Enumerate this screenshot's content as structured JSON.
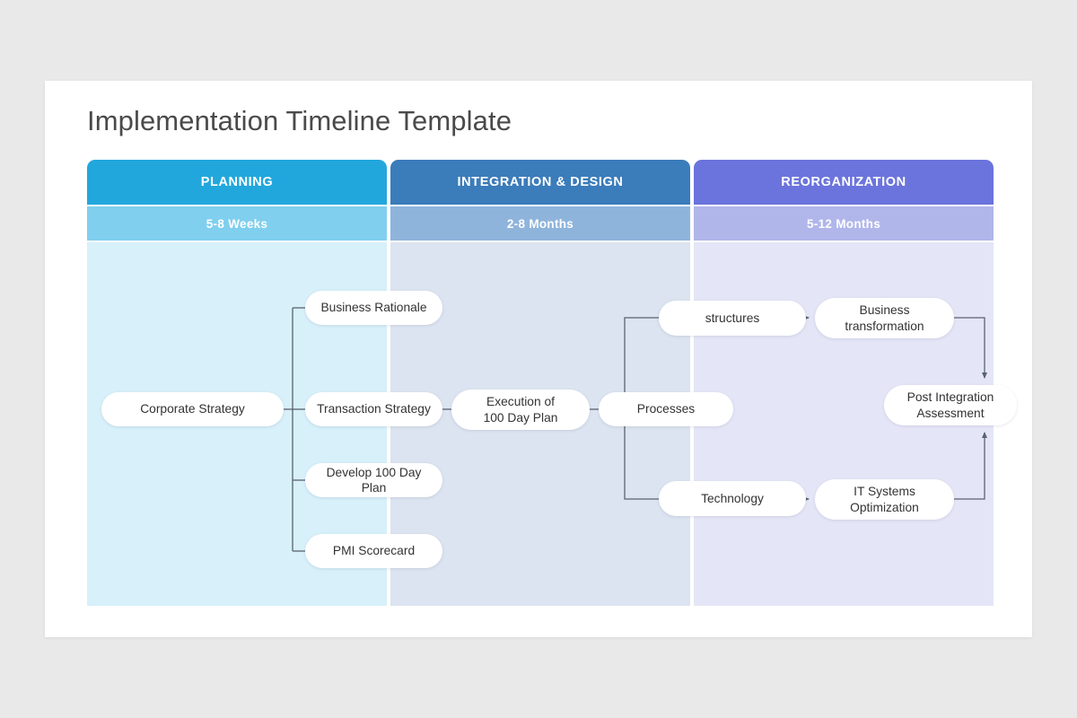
{
  "slide": {
    "title": "Implementation Timeline Template",
    "background": "#e9e9ea",
    "surface": "#ffffff"
  },
  "columns": [
    {
      "key": "planning",
      "title": "PLANNING",
      "duration": "5-8 Weeks",
      "header_color": "#22a7dd",
      "sub_color": "#80cfee",
      "body_color": "#d7f0fa"
    },
    {
      "key": "integration",
      "title": "INTEGRATION & DESIGN",
      "duration": "2-8 Months",
      "header_color": "#3b7cba",
      "sub_color": "#8fb4dc",
      "body_color": "#dbe4f0"
    },
    {
      "key": "reorganization",
      "title": "REORGANIZATION",
      "duration": "5-12 Months",
      "header_color": "#6b74dc",
      "sub_color": "#b0b6ea",
      "body_color": "#e4e6f7"
    }
  ],
  "nodes": {
    "corporate_strategy": "Corporate Strategy",
    "business_rationale": "Business Rationale",
    "transaction_strategy": "Transaction Strategy",
    "develop_100_day_plan": "Develop 100 Day Plan",
    "pmi_scorecard": "PMI Scorecard",
    "execution_100_day_plan": "Execution of\n100 Day Plan",
    "processes": "Processes",
    "structures": "structures",
    "technology": "Technology",
    "business_transformation": "Business\ntransformation",
    "it_systems_optimization": "IT Systems\nOptimization",
    "post_integration_assessment": "Post Integration\nAssessment"
  },
  "connector_color": "#5a6270"
}
